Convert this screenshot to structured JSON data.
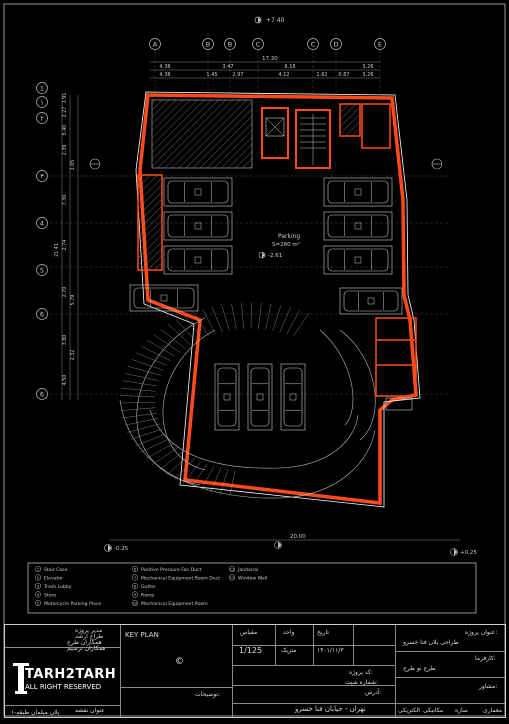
{
  "top_dimension": "+7.40",
  "grid_columns": [
    "A",
    "B",
    "B",
    "C",
    "C",
    "D",
    "E"
  ],
  "grid_rows": [
    "1",
    "۱",
    "۲",
    "۳",
    "4",
    "5",
    "6"
  ],
  "dims_top_row1": [
    "4.38",
    "3.47",
    "8.18",
    "3.26"
  ],
  "dims_top_row2": [
    "4.38",
    "1.45",
    "2.97",
    "4.12",
    "1.62",
    "0.87",
    "3.26"
  ],
  "dims_top_total": "17.30",
  "dims_left": [
    "1.91",
    "2.27",
    "5.40",
    "2.39",
    "1.05",
    "7.30",
    "2.74",
    "21.41",
    "2.70",
    "5.79",
    "3.80",
    "2.32",
    "4.50"
  ],
  "parking_label": "Parking",
  "parking_area": "S=280 m²",
  "level_marker": "-2.61",
  "bottom_dimension": "20.00",
  "corner_level_left": "-0.25",
  "corner_level_right": "+0.25",
  "legend": [
    {
      "num": "1",
      "text": "Stair Case"
    },
    {
      "num": "2",
      "text": "Elevator"
    },
    {
      "num": "3",
      "text": "Trash Lobby"
    },
    {
      "num": "4",
      "text": "Store"
    },
    {
      "num": "5",
      "text": "Motorcycle Parking Place"
    },
    {
      "num": "6",
      "text": "Positive Pressure Fan Duct"
    },
    {
      "num": "7",
      "text": "Mechanical Equipment Room Duct"
    },
    {
      "num": "8",
      "text": "Gutter"
    },
    {
      "num": "9",
      "text": "Ramp"
    },
    {
      "num": "10",
      "text": "Mechanical Equipment Room"
    },
    {
      "num": "11",
      "text": "Janitorial"
    },
    {
      "num": "12",
      "text": "Window Well"
    }
  ],
  "title_block": {
    "key_plan": "KEY PLAN",
    "brand": "TARH2TARH",
    "rights": "ALL RIGHT RESERVED",
    "registered": "©",
    "project_label": "عنوان پروژه:",
    "project_name": "طراحی پلان فنا خسرو",
    "employer_label": "کارفرما:",
    "design_label": "طرح نو طرح",
    "consultant_label": "مشاور:",
    "scale_label": "مقیاس",
    "scale_value": "1/125",
    "unit_label": "واحد",
    "unit_value": "متریک",
    "date_label": "تاریخ",
    "date_value": "۱۴۰۱/۱۱/۳",
    "project_code_label": "کد پروژه:",
    "sheet_no_label": "شماره شیت:",
    "address_label": "آدرس:",
    "address_value": "تهران - خیابان فنا خسرو",
    "notes_label": "توضیحات:",
    "manager_label": "مدیر پروژه",
    "designer_label": "طراح ارشد",
    "collab1_label": "همکاران طرح",
    "collab2_label": "همکاران ترسیم",
    "drawing_title_label": "عنوان نقشه",
    "drawing_title": "پلان مبلمان طبقه-۱",
    "disciplines": [
      "معماری",
      "سازه",
      "مکانیکی",
      "الکتریکی"
    ]
  }
}
